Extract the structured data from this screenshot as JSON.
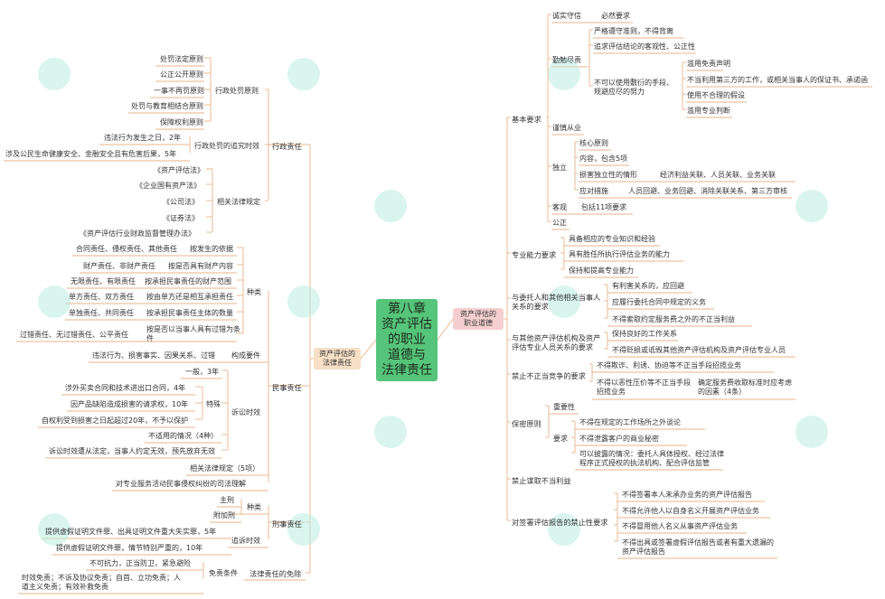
{
  "center": {
    "title": "第八章\n资产评估\n的职业\n道德与\n法律责任"
  },
  "left_main": "资产评估的\n法律责任",
  "right_main": "资产评估的\n职业道德",
  "left_nodes": {
    "admin": "行政责任",
    "admin_principles": "行政处罚原则",
    "p1": "处罚法定原则",
    "p2": "公正公开原则",
    "p3": "一事不再罚原则",
    "p4": "处罚与教育相结合原则",
    "p5": "保障权利原则",
    "admin_limit": "行政处罚的追究时效",
    "lim1": "违法行为发生之日，2年",
    "lim2": "涉及公民生命健康安全、金融安全且有危害后果，5年",
    "laws": "相关法律规定",
    "law1": "《资产评估法》",
    "law2": "《企业国有资产法》",
    "law3": "《公司法》",
    "law4": "《证券法》",
    "law5": "《资产评估行业财政监督管理办法》",
    "civil": "民事责任",
    "types": "种类",
    "t1a": "合同责任、侵权责任、其他责任",
    "t1b": "按发生的依据",
    "t2a": "财产责任、非财产责任",
    "t2b": "按是否具有财产内容",
    "t3a": "无限责任、有限责任",
    "t3b": "按承担民事责任的财产范围",
    "t4a": "单方责任、双方责任",
    "t4b": "按由单方还是相互承担责任",
    "t5a": "单独责任、共同责任",
    "t5b": "按承担民事责任主体的数量",
    "t6a": "过错责任、无过错责任、公平责任",
    "t6b": "按是否以当事人具有过错为条件",
    "elements": "构成要件",
    "el1": "违法行为、损害事实、因果关系、过错",
    "civil_limit": "诉讼时效",
    "cl1": "一般，3年",
    "special": "特殊",
    "sp1": "涉外买卖合同和技术进出口合同，4年",
    "sp2": "因产品缺陷造成损害的请求权，10年",
    "sp3": "自权利受到损害之日起超过20年，不予以保护",
    "cl2": "不适用的情况（4种）",
    "cl3": "诉讼时效遭从法定，当事人约定无效，预先放弃无效",
    "civil_laws": "相关法律规定（5项）",
    "judicial": "对专业服务活动民事侵权纠纷的司法理解",
    "criminal": "刑事责任",
    "ctypes": "种类",
    "c1": "主刑",
    "c2": "附加刑",
    "c_limit": "追诉时效",
    "cr1": "提供虚假证明文件罪、出具证明文件重大失实罪，5年",
    "cr2": "提供虚假证明文件罪，情节特别严重的，10年",
    "exempt": "法律责任的免除",
    "ex_cond": "免责条件",
    "ex1": "不可抗力，正当防卫，紧急避险",
    "ex2": "时效免责；不诉及协议免责；自首、立功免责；人道主义免责；有效补救免责"
  },
  "right_nodes": {
    "basic": "基本要求",
    "honest": "诚实守信",
    "must": "必然要求",
    "diligent": "勤勉尽责",
    "d1": "严格遵守准则，不得背离",
    "d2": "追求评估结论的客观性、公正性",
    "d3": "不可以使用敷衍的手段、规避应尽的努力",
    "d3a": "滥用免责声明",
    "d3b": "不当利用第三方的工作，或相关当事人的保证书、承诺函",
    "d3c": "使用不合理的假设",
    "d3d": "滥用专业判断",
    "prudent": "谨慎从业",
    "indep": "独立",
    "i1": "核心原则",
    "i2": "内容，包含5项",
    "i3": "损害独立性的情形",
    "i3a": "经济利益关联、人员关联、业务关联",
    "i4": "应对措施",
    "i4a": "人员回避、业务回避、消除关联关系、第三方审核",
    "objective": "客观",
    "obj1": "包括11项要求",
    "fair": "公正",
    "competence": "专业能力要求",
    "cp1": "具备相应的专业知识和经验",
    "cp2": "具有胜任所执行评估业务的能力",
    "cp3": "保持和提高专业能力",
    "client": "与委托人和其他相关当事人关系的要求",
    "cl1": "有利害关系的，应回避",
    "cl2": "应履行委托合同中规定的义务",
    "cl3": "不得索取约定服务费之外的不正当利益",
    "org": "与其他资产评估机构及资产评估专业人员关系的要求",
    "or1": "保持良好的工作关系",
    "or2": "不得贬损或诋毁其他资产评估机构及资产评估专业人员",
    "compete": "禁止不正当竞争的要求",
    "co1": "不得欺诈、利诱、协迫等不正当手段招揽业务",
    "co2": "不得以恶性压价等不正当手段招揽业务",
    "co2a": "确定服务费收取标准时应考虑的因素（4条）",
    "secret": "保密原则",
    "sec_imp": "重要性",
    "sec_req": "要求",
    "s1": "不得在规定的工作场所之外谈论",
    "s2": "不得泄露客户的商业秘密",
    "s3": "可以披露的情况：委托人具体授权、经过法律程序正式授权的执法机构、配合评估监管",
    "gain": "禁止谋取不当利益",
    "report": "对签署评估报告的禁止性要求",
    "r1": "不得签署本人未承办业务的资产评估报告",
    "r2": "不得允许他人以自身名义开展资产评估业务",
    "r3": "不得冒用他人名义从事资产评估业务",
    "r4": "不得出具或签署虚假评估报告或者有重大遗漏的资产评估报告"
  },
  "colors": {
    "center": "#56c47a",
    "left_branch": "#f0b98a",
    "right_branch": "#e9a3a3",
    "line": "#e8b48a"
  }
}
